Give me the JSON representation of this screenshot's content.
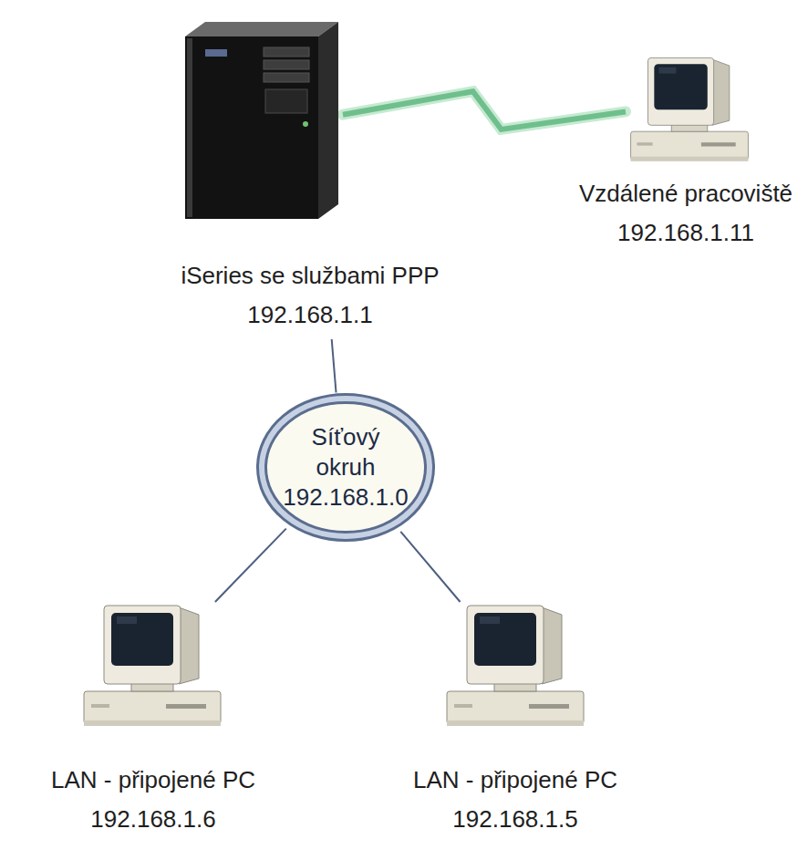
{
  "diagram": {
    "nodes": [
      {
        "text": [
          "iSeries se službami PPP",
          "192.168.1.1"
        ]
      },
      {
        "text": [
          "Vzdálené pracoviště",
          "192.168.1.11"
        ]
      },
      {
        "text": [
          "Síťový okruh",
          "192.168.1.0"
        ]
      },
      {
        "text": [
          "LAN - připojené PC",
          "192.168.1.6"
        ]
      },
      {
        "text": [
          "LAN - připojené PC",
          "192.168.1.5"
        ]
      }
    ],
    "edges": [
      {
        "from": 0,
        "to": 1,
        "arrow": "none"
      },
      {
        "from": 0,
        "to": 2,
        "arrow": "none"
      },
      {
        "from": 2,
        "to": 3,
        "arrow": "none"
      },
      {
        "from": 2,
        "to": 4,
        "arrow": "none"
      }
    ]
  }
}
